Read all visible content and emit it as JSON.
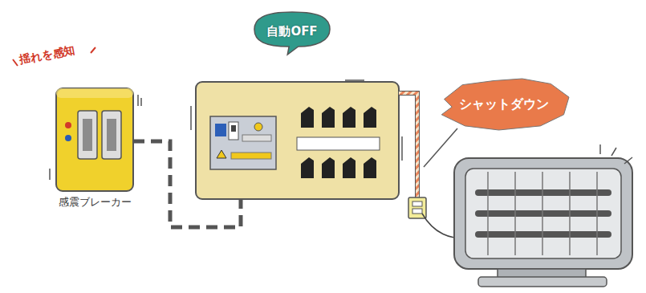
{
  "diagram": {
    "nodes": [
      {
        "text": [
          "感震ブレーカー"
        ]
      },
      {
        "text": [
          "自動OFF"
        ]
      },
      {
        "text": [
          "シャットダウン"
        ]
      }
    ],
    "labels": [
      "揺れを感知"
    ]
  }
}
